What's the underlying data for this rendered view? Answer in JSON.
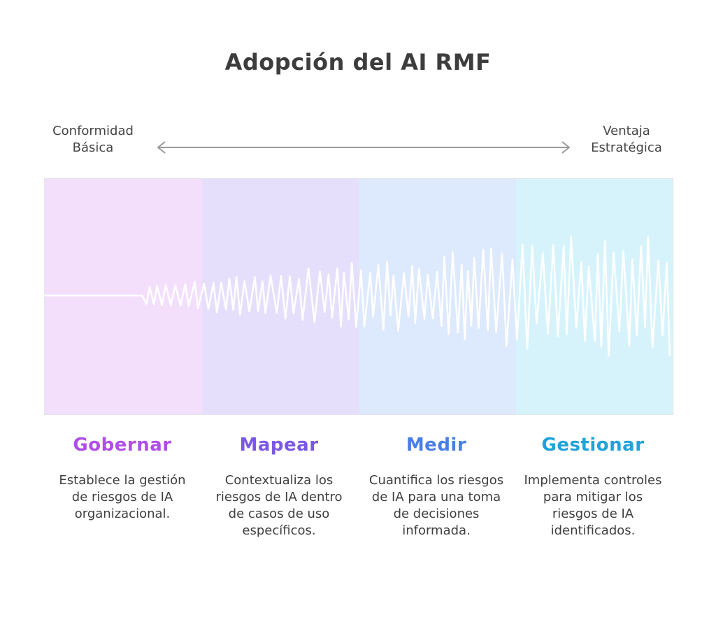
{
  "title": "Adopción del AI RMF",
  "range": {
    "left_label": "Conformidad Básica",
    "right_label": "Ventaja Estratégica"
  },
  "stages": [
    {
      "name": "Gobernar",
      "description": "Establece la gestión de riesgos de IA organizacional.",
      "title_color": "#b04ee8",
      "band_color": "#f3dffc"
    },
    {
      "name": "Mapear",
      "description": "Contextualiza los riesgos de IA dentro de casos de uso específicos.",
      "title_color": "#7b57e6",
      "band_color": "#e6dffc"
    },
    {
      "name": "Medir",
      "description": "Cuantifica los riesgos de IA para una toma de decisiones informada.",
      "title_color": "#4a7ee6",
      "band_color": "#dde9fc"
    },
    {
      "name": "Gestionar",
      "description": "Implementa controles para mitigar los riesgos de IA identificados.",
      "title_color": "#1fa3d9",
      "band_color": "#d6f3fc"
    }
  ]
}
